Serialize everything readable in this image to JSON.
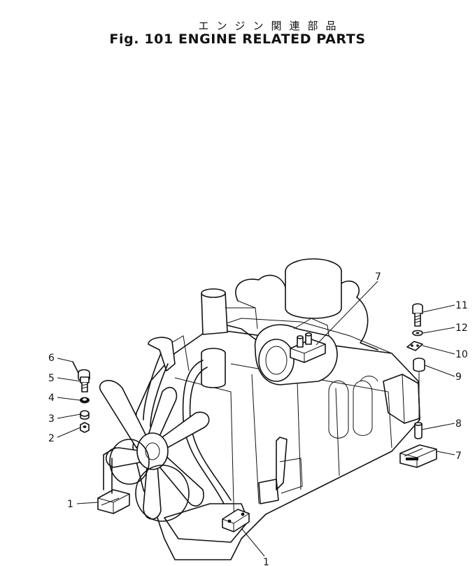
{
  "header": {
    "title_jp": "エンジン関連部品",
    "title_en": "Fig. 101 ENGINE RELATED PARTS"
  },
  "callouts": {
    "c1a": "1",
    "c1b": "1",
    "c2": "2",
    "c3": "3",
    "c4": "4",
    "c5": "5",
    "c6": "6",
    "c7a": "7",
    "c7b": "7",
    "c8": "8",
    "c9": "9",
    "c10": "10",
    "c11": "11",
    "c12": "12"
  },
  "colors": {
    "ink": "#111111",
    "paper": "#ffffff"
  }
}
